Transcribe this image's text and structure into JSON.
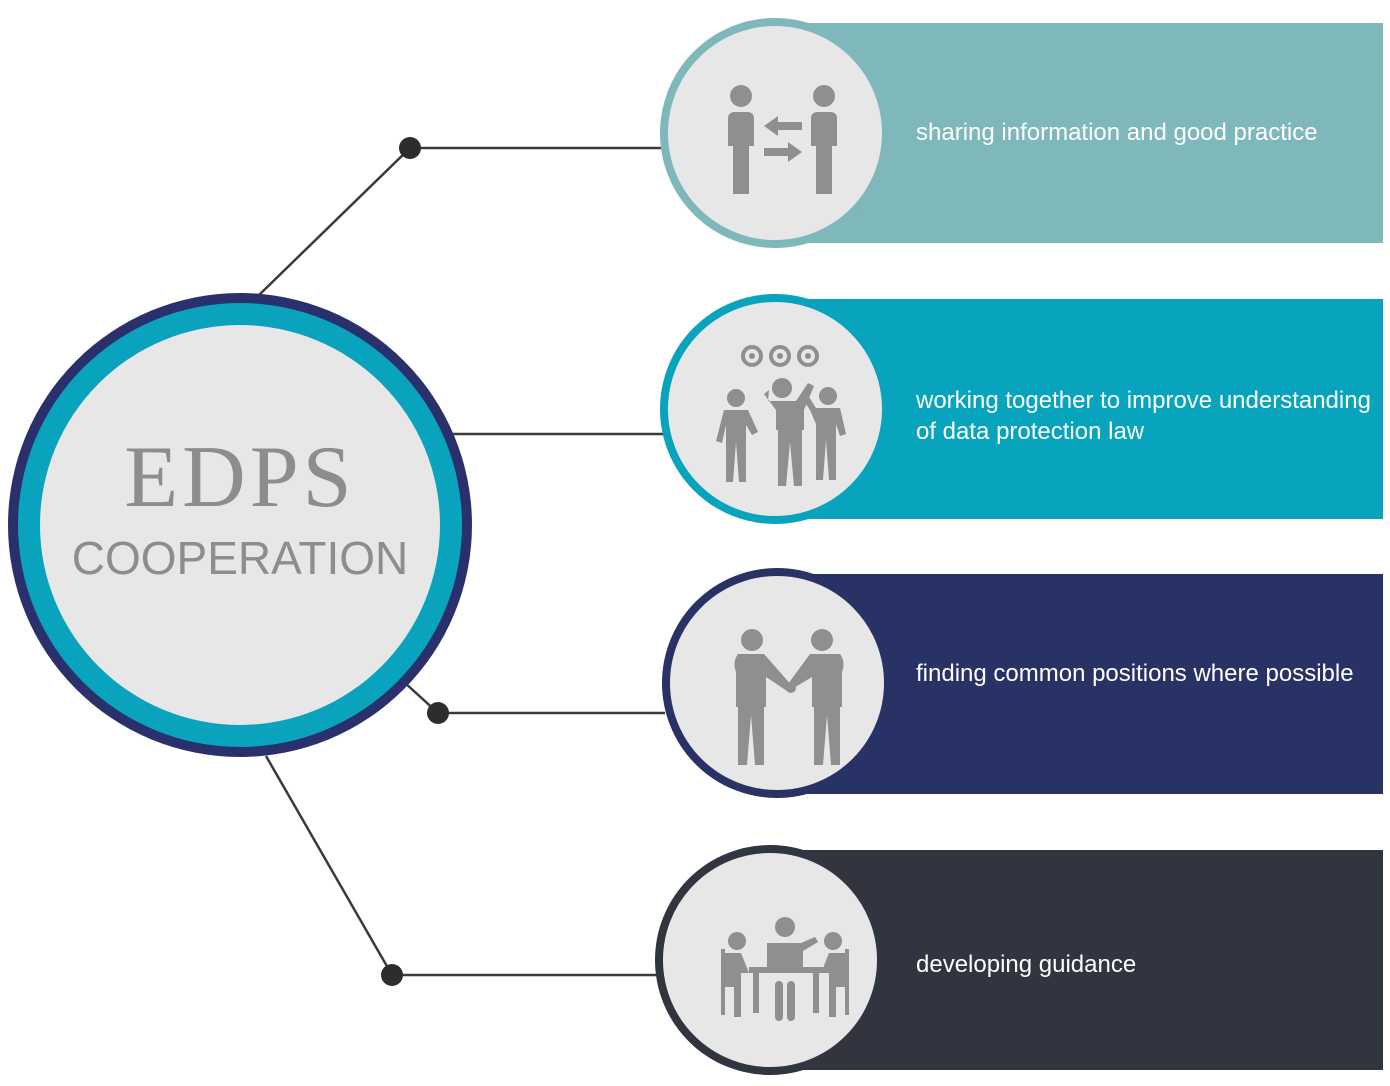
{
  "hub": {
    "title": "EDPS",
    "subtitle": "COOPERATION"
  },
  "items": [
    {
      "label": "sharing information and good practice",
      "icon": "people-exchange-icon",
      "color": "#7eb8bb"
    },
    {
      "label": "working together to improve understanding of data protection law",
      "icon": "team-gears-icon",
      "color": "#08a3bd"
    },
    {
      "label": "finding common positions where possible",
      "icon": "handshake-icon",
      "color": "#293265"
    },
    {
      "label": "developing guidance",
      "icon": "meeting-table-icon",
      "color": "#313540"
    }
  ],
  "colors": {
    "hub_outer": "#29306b",
    "hub_ring": "#0aa3bd",
    "circle_fill": "#e7e7e7",
    "icon_gray": "#8f8f8f",
    "connector": "#333333"
  }
}
